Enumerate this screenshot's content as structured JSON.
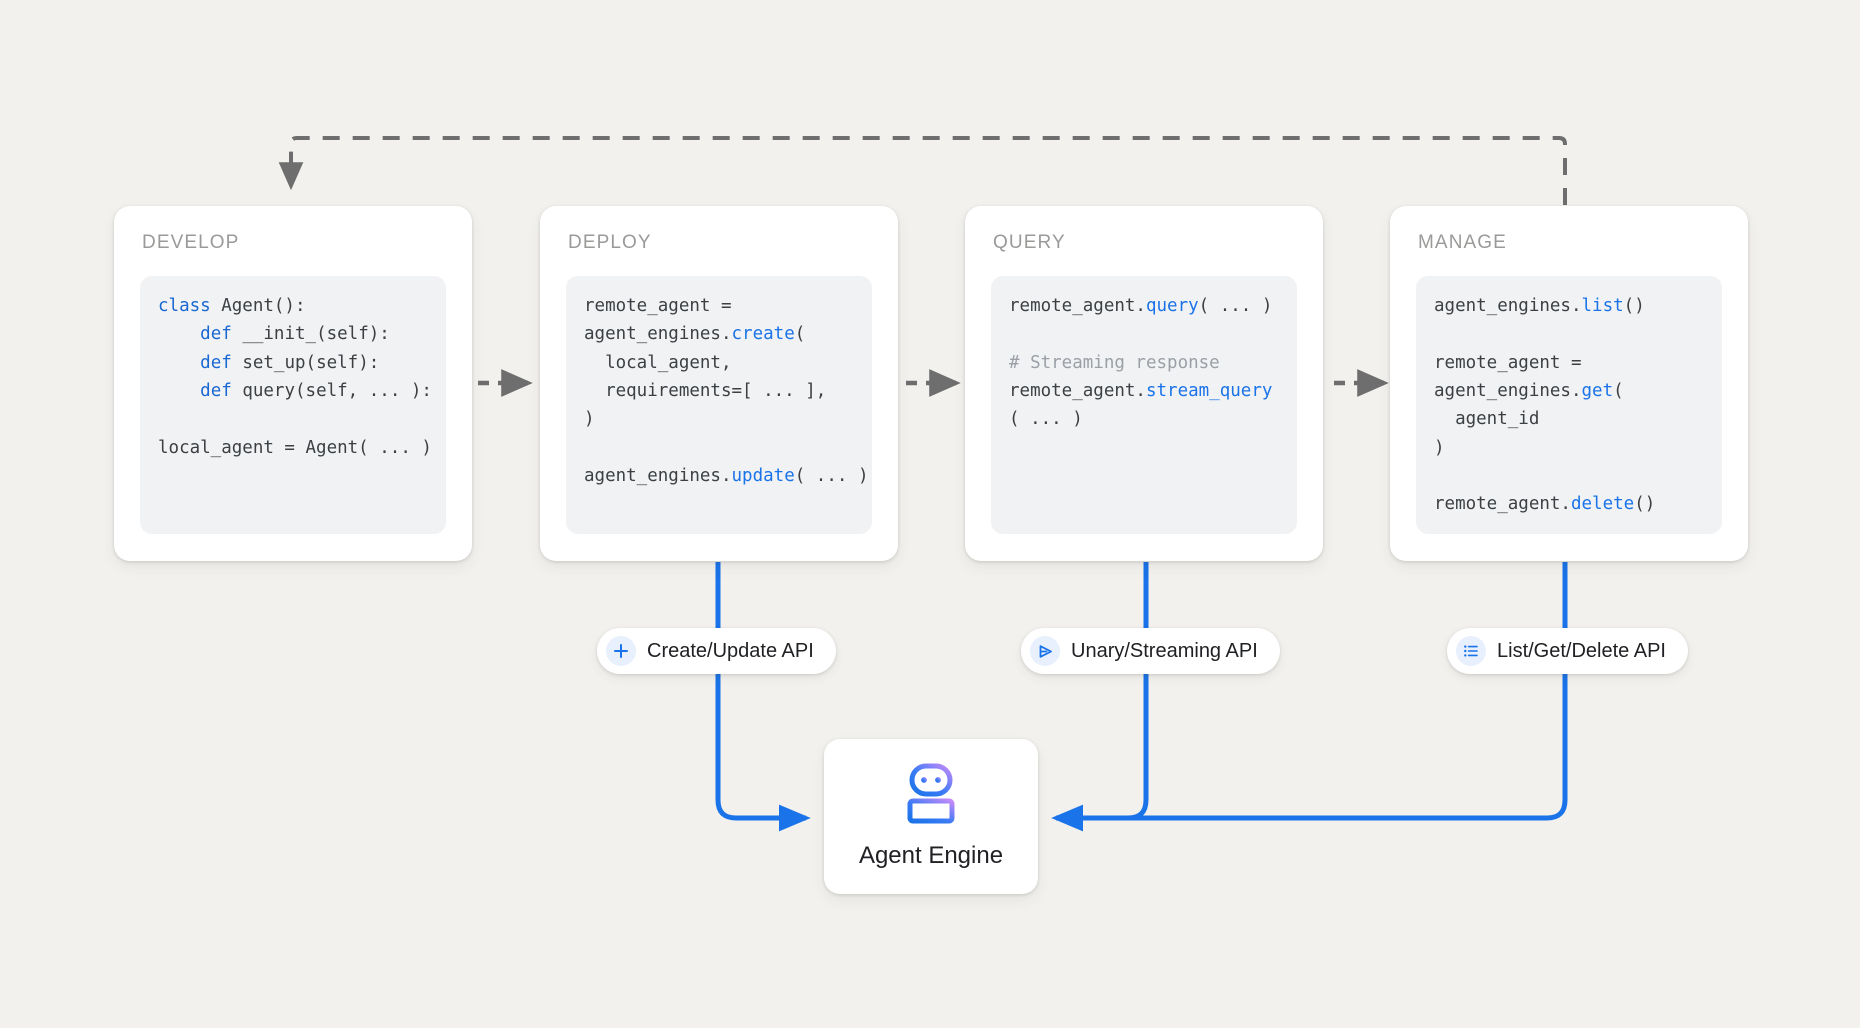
{
  "diagram": {
    "background_color": "#f2f1ee",
    "accent_color": "#1a73e8",
    "flow_arrow_color": "#6e6e6e"
  },
  "stages": [
    {
      "title": "DEVELOP",
      "code_lines": [
        [
          {
            "t": "class ",
            "c": "kw"
          },
          {
            "t": "Agent():",
            "c": ""
          }
        ],
        [
          {
            "t": "    ",
            "c": ""
          },
          {
            "t": "def ",
            "c": "kw"
          },
          {
            "t": "__init_(self):",
            "c": ""
          }
        ],
        [
          {
            "t": "    ",
            "c": ""
          },
          {
            "t": "def ",
            "c": "kw"
          },
          {
            "t": "set_up(self):",
            "c": ""
          }
        ],
        [
          {
            "t": "    ",
            "c": ""
          },
          {
            "t": "def ",
            "c": "kw"
          },
          {
            "t": "query(self, ... ):",
            "c": ""
          }
        ],
        [
          {
            "t": "",
            "c": ""
          }
        ],
        [
          {
            "t": "local_agent = Agent( ... )",
            "c": ""
          }
        ]
      ]
    },
    {
      "title": "DEPLOY",
      "code_lines": [
        [
          {
            "t": "remote_agent =",
            "c": ""
          }
        ],
        [
          {
            "t": "agent_engines.",
            "c": ""
          },
          {
            "t": "create",
            "c": "fn"
          },
          {
            "t": "(",
            "c": ""
          }
        ],
        [
          {
            "t": "  local_agent,",
            "c": ""
          }
        ],
        [
          {
            "t": "  requirements=[ ... ],",
            "c": ""
          }
        ],
        [
          {
            "t": ")",
            "c": ""
          }
        ],
        [
          {
            "t": "",
            "c": ""
          }
        ],
        [
          {
            "t": "agent_engines.",
            "c": ""
          },
          {
            "t": "update",
            "c": "fn"
          },
          {
            "t": "( ... )",
            "c": ""
          }
        ]
      ]
    },
    {
      "title": "QUERY",
      "code_lines": [
        [
          {
            "t": "remote_agent.",
            "c": ""
          },
          {
            "t": "query",
            "c": "fn"
          },
          {
            "t": "( ... )",
            "c": ""
          }
        ],
        [
          {
            "t": "",
            "c": ""
          }
        ],
        [
          {
            "t": "# Streaming response",
            "c": "cmt"
          }
        ],
        [
          {
            "t": "remote_agent.",
            "c": ""
          },
          {
            "t": "stream_query",
            "c": "fn"
          }
        ],
        [
          {
            "t": "( ... )",
            "c": ""
          }
        ]
      ]
    },
    {
      "title": "MANAGE",
      "code_lines": [
        [
          {
            "t": "agent_engines.",
            "c": ""
          },
          {
            "t": "list",
            "c": "fn"
          },
          {
            "t": "()",
            "c": ""
          }
        ],
        [
          {
            "t": "",
            "c": ""
          }
        ],
        [
          {
            "t": "remote_agent =",
            "c": ""
          }
        ],
        [
          {
            "t": "agent_engines.",
            "c": ""
          },
          {
            "t": "get",
            "c": "fn"
          },
          {
            "t": "(",
            "c": ""
          }
        ],
        [
          {
            "t": "  agent_id",
            "c": ""
          }
        ],
        [
          {
            "t": ")",
            "c": ""
          }
        ],
        [
          {
            "t": "",
            "c": ""
          }
        ],
        [
          {
            "t": "remote_agent.",
            "c": ""
          },
          {
            "t": "delete",
            "c": "fn"
          },
          {
            "t": "()",
            "c": ""
          }
        ]
      ]
    }
  ],
  "api_pills": [
    {
      "label": "Create/Update API",
      "icon": "plus-icon"
    },
    {
      "label": "Unary/Streaming API",
      "icon": "send-triangle-icon"
    },
    {
      "label": "List/Get/Delete API",
      "icon": "list-icon"
    }
  ],
  "agent_engine": {
    "label": "Agent Engine",
    "icon": "robot-icon",
    "icon_gradient_from": "#1a73e8",
    "icon_gradient_to": "#c58af9"
  }
}
